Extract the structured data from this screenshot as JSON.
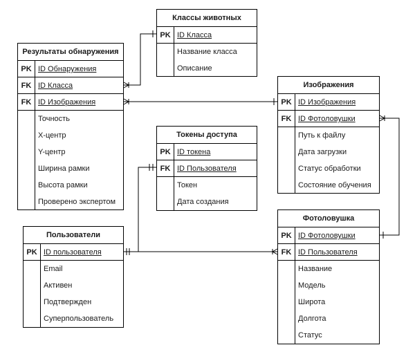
{
  "entities": {
    "animal_classes": {
      "title": "Классы животных",
      "keys": [
        {
          "type": "PK",
          "name": "ID Класса"
        }
      ],
      "attributes": [
        "Название класса",
        "Описание"
      ]
    },
    "detection_results": {
      "title": "Результаты обнаружения",
      "keys": [
        {
          "type": "PK",
          "name": "ID Обнаружения"
        },
        {
          "type": "FK",
          "name": "ID Класса"
        },
        {
          "type": "FK",
          "name": "ID Изображения"
        }
      ],
      "attributes": [
        "Точность",
        "X-центр",
        "Y-центр",
        "Ширина рамки",
        "Высота рамки",
        "Проверено экспертом"
      ]
    },
    "access_tokens": {
      "title": "Токены доступа",
      "keys": [
        {
          "type": "PK",
          "name": "ID токена"
        },
        {
          "type": "FK",
          "name": "ID Пользователя"
        }
      ],
      "attributes": [
        "Токен",
        "Дата создания"
      ]
    },
    "images": {
      "title": "Изображения",
      "keys": [
        {
          "type": "PK",
          "name": "ID Изображения"
        },
        {
          "type": "FK",
          "name": "ID Фотоловушки"
        }
      ],
      "attributes": [
        "Путь к файлу",
        "Дата загрузки",
        "Статус обработки",
        "Состояние обучения"
      ]
    },
    "users": {
      "title": "Пользователи",
      "keys": [
        {
          "type": "PK",
          "name": "ID пользователя"
        }
      ],
      "attributes": [
        "Email",
        "Активен",
        "Подтвержден",
        "Суперпользователь"
      ]
    },
    "camera_traps": {
      "title": "Фотоловушка",
      "keys": [
        {
          "type": "PK",
          "name": "ID Фотоловушки"
        },
        {
          "type": "FK",
          "name": "ID Пользователя"
        }
      ],
      "attributes": [
        "Название",
        "Модель",
        "Широта",
        "Долгота",
        "Статус"
      ]
    }
  },
  "relationships": [
    {
      "from": "detection_results.ID Класса",
      "to": "animal_classes.ID Класса",
      "from_card": "many",
      "to_card": "one"
    },
    {
      "from": "detection_results.ID Изображения",
      "to": "images.ID Изображения",
      "from_card": "many",
      "to_card": "one"
    },
    {
      "from": "images.ID Фотоловушки",
      "to": "camera_traps.ID Фотоловушки",
      "from_card": "many",
      "to_card": "one"
    },
    {
      "from": "access_tokens.ID Пользователя",
      "to": "users.ID пользователя",
      "from_card": "one",
      "to_card": "one"
    },
    {
      "from": "camera_traps.ID Пользователя",
      "to": "users.ID пользователя",
      "from_card": "many",
      "to_card": "one"
    }
  ]
}
